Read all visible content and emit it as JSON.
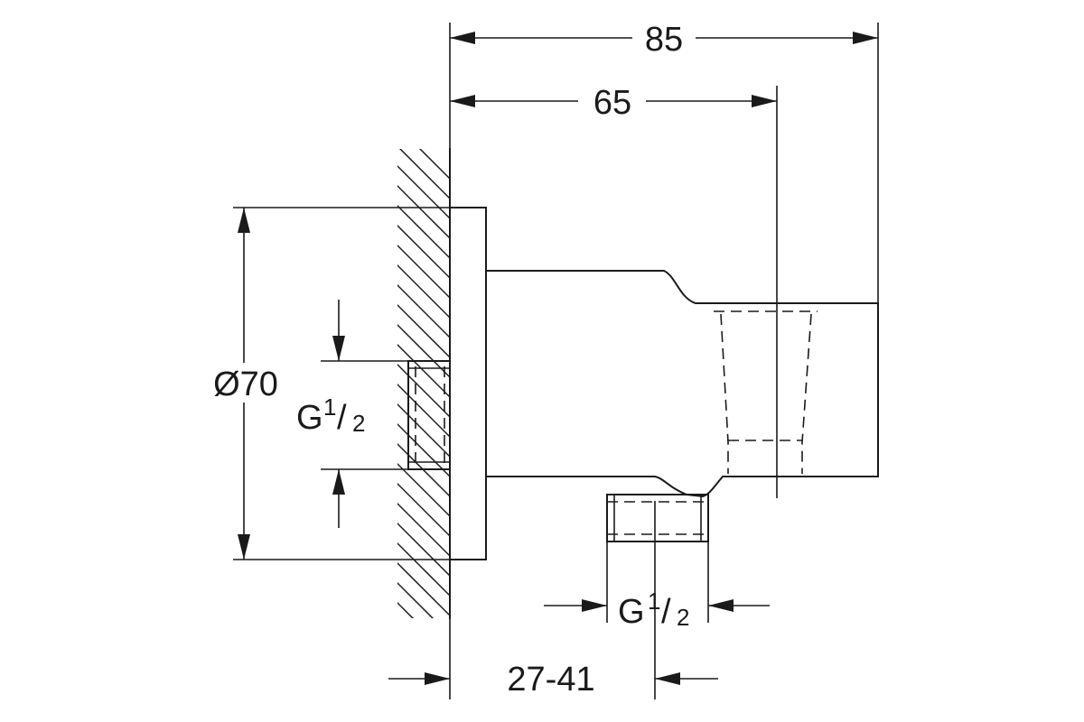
{
  "dimensions": {
    "overall_length": "85",
    "inner_length": "65",
    "flange_diameter": "Ø70",
    "wall_distance": "27-41"
  },
  "threads": {
    "inlet": {
      "prefix": "G",
      "numerator": "1",
      "slash": "/",
      "denominator": "2"
    },
    "outlet": {
      "prefix": "G",
      "numerator": "1",
      "slash": "/",
      "denominator": "2"
    }
  }
}
